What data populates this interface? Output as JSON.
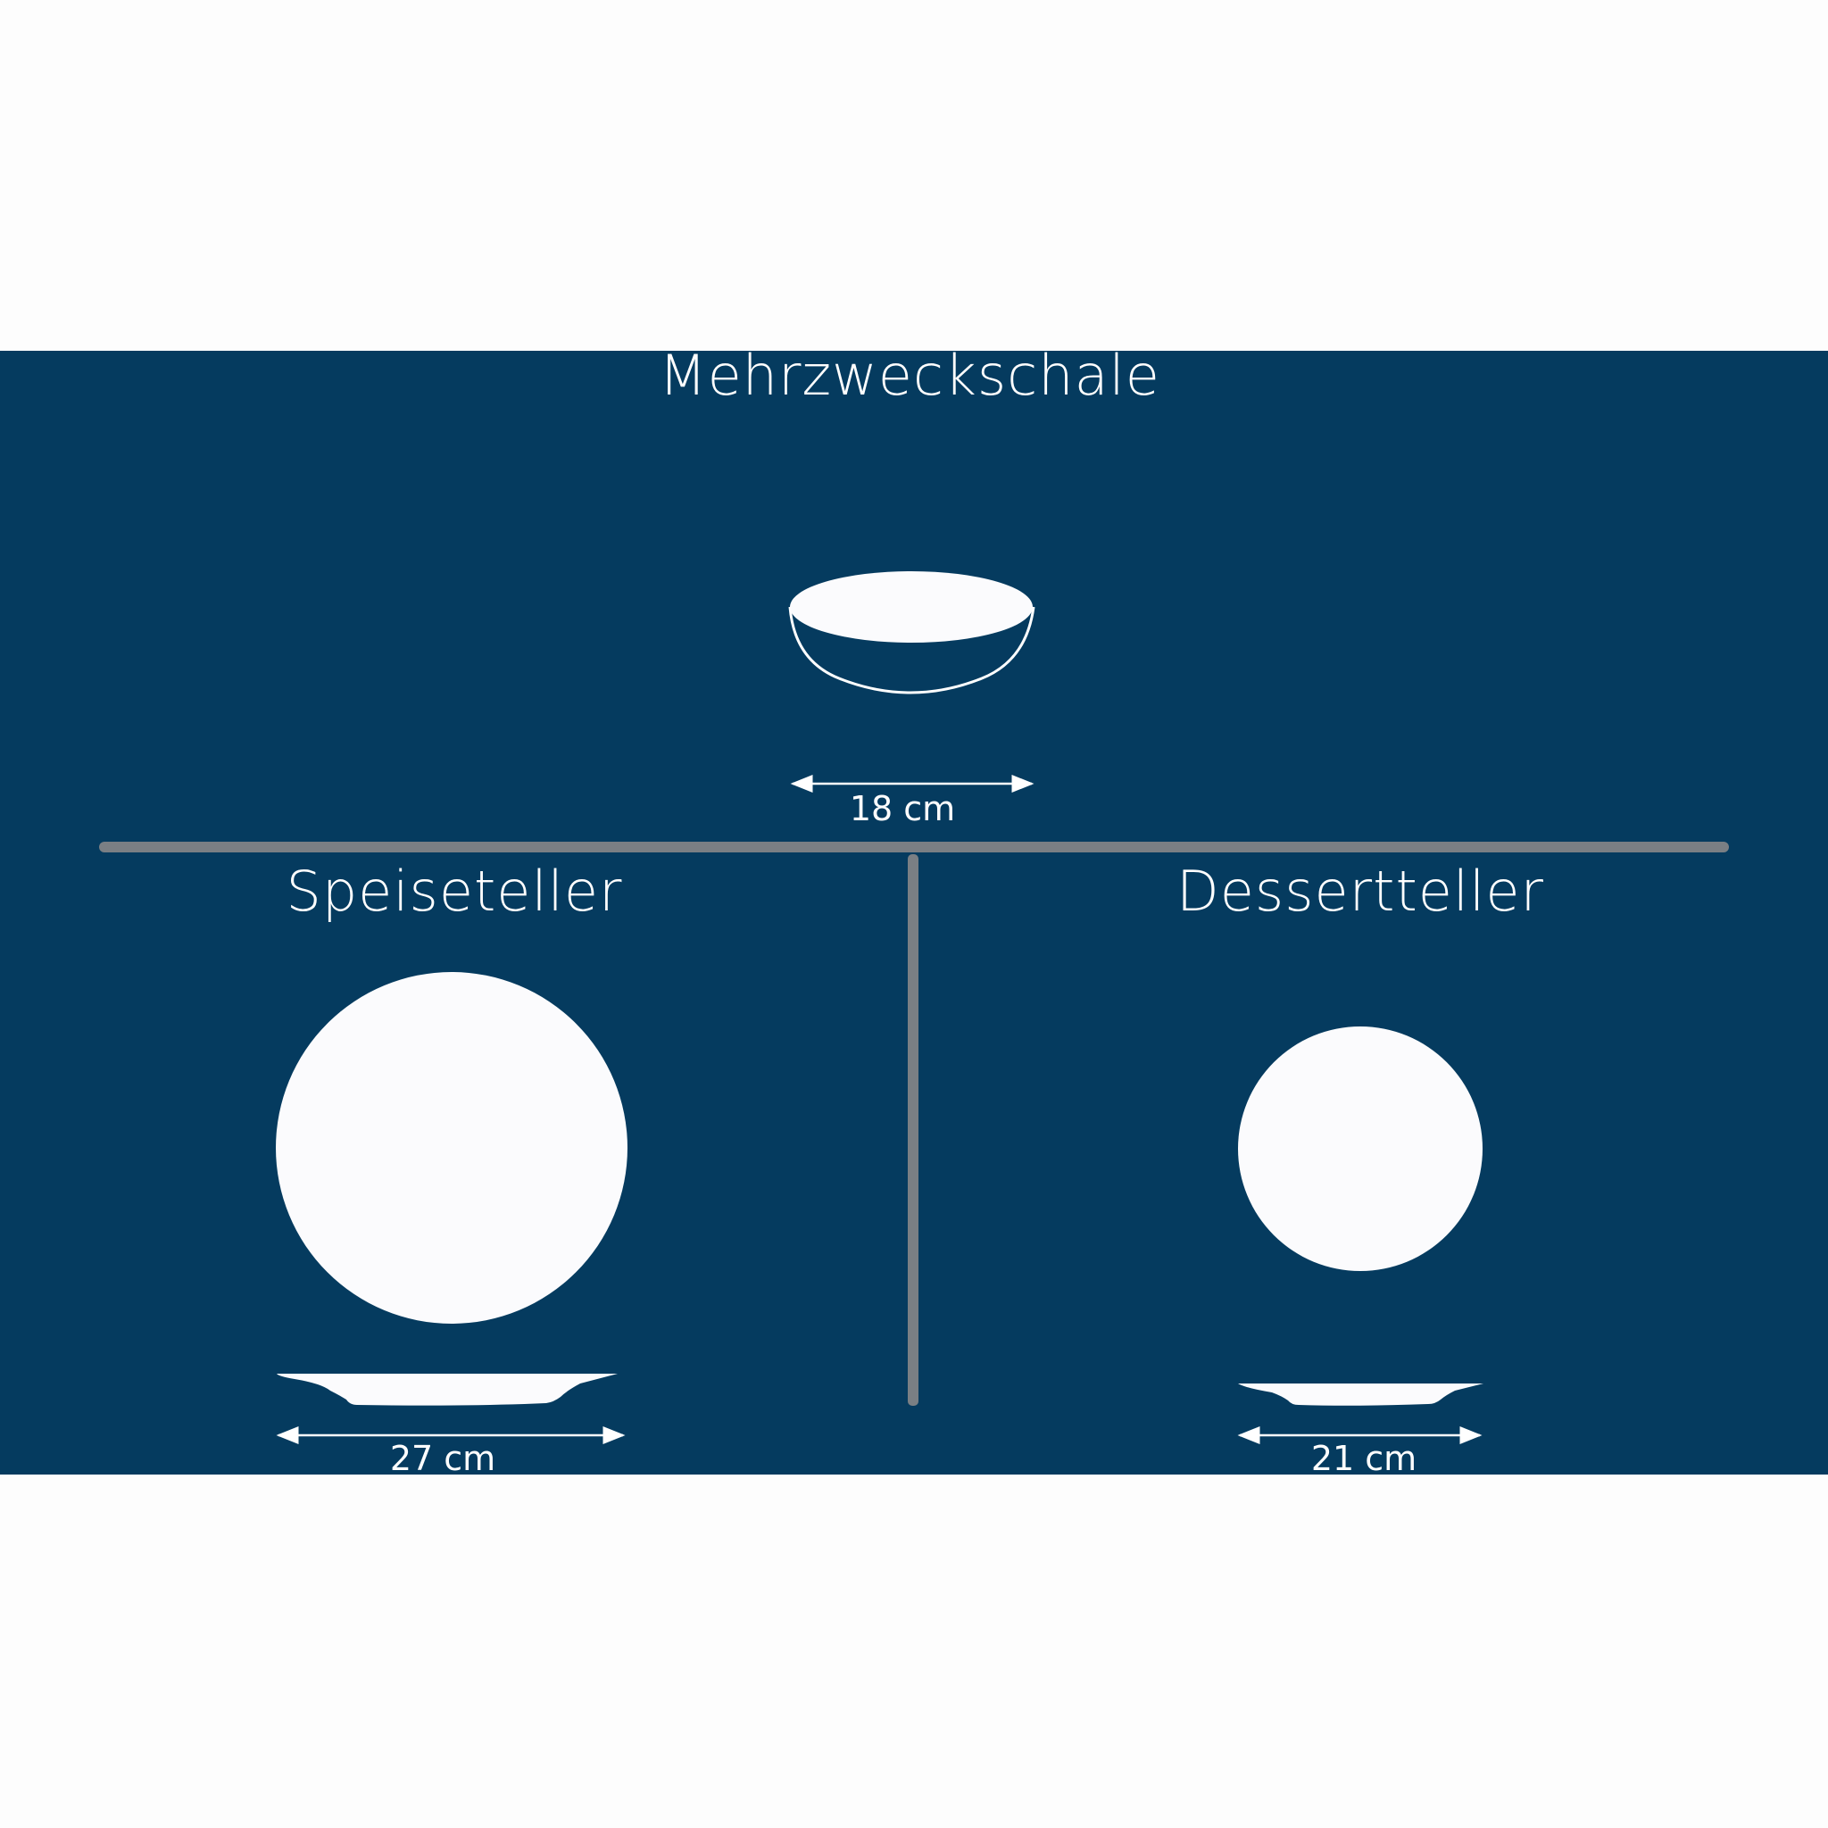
{
  "colors": {
    "background": "#053b5f",
    "divider": "#7a7f84",
    "item": "#fbfbfd"
  },
  "products": [
    {
      "name": "Mehrzweckschale",
      "size": "18 cm",
      "diameter_cm": 18
    },
    {
      "name": "Speiseteller",
      "size": "27 cm",
      "diameter_cm": 27
    },
    {
      "name": "Dessertteller",
      "size": "21 cm",
      "diameter_cm": 21
    }
  ]
}
